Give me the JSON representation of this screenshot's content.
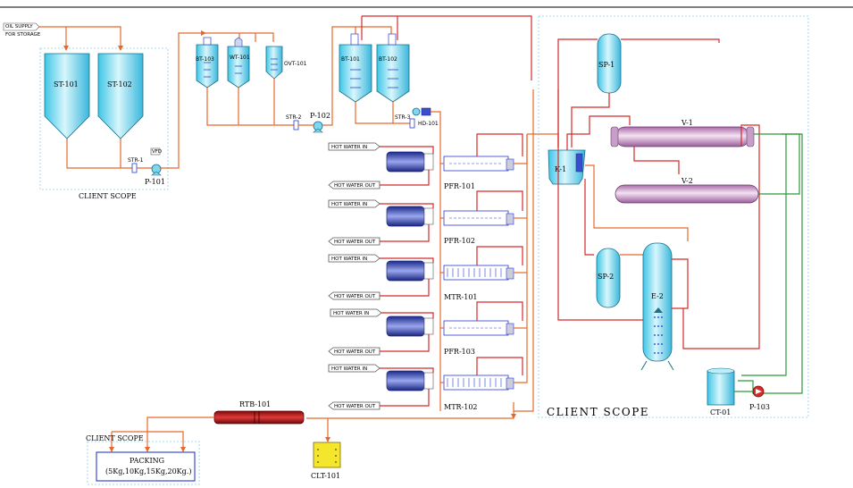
{
  "labels": {
    "oil_supply_1": "OIL SUPPLY",
    "oil_supply_2": "FOR STORAGE",
    "st101": "ST-101",
    "st102": "ST-102",
    "str1": "STR-1",
    "p101": "P-101",
    "client_scope_1": "CLIENT SCOPE",
    "bt103": "BT-103",
    "wt101": "WT-101",
    "ovt101": "OVT-101",
    "str2": "STR-2",
    "p102": "P-102",
    "bt101": "BT-101",
    "bt102": "BT-102",
    "str3": "STR-3",
    "hd101": "HD-101",
    "hot_water_in": "HOT WATER IN",
    "hot_water_out": "HOT WATER OUT",
    "pfr101": "PFR-101",
    "pfr102": "PFR-102",
    "mtr101": "MTR-101",
    "pfr103": "PFR-103",
    "mtr102": "MTR-102",
    "sp1": "SP-1",
    "k1": "K-1",
    "v1": "V-1",
    "v2": "V-2",
    "sp2": "SP-2",
    "e2": "E-2",
    "client_scope_2": "CLIENT SCOPE",
    "ct01": "CT-01",
    "p103": "P-103",
    "rtb101": "RTB-101",
    "client_scope_3": "CLIENT SCOPE",
    "packing": "PACKING",
    "packing_sizes": "(5Kg,10Kg,15Kg,20Kg.)",
    "clt101": "CLT-101"
  },
  "colors": {
    "oil_line": "#e8672a",
    "hot_line": "#d42a2a",
    "cooling_line": "#2a9a3a",
    "vessel_cyan": "#8fe3f3",
    "condenser_pink": "#e2b6dc",
    "rtb_red": "#c81e1e",
    "clt_yellow": "#f4e62a"
  }
}
